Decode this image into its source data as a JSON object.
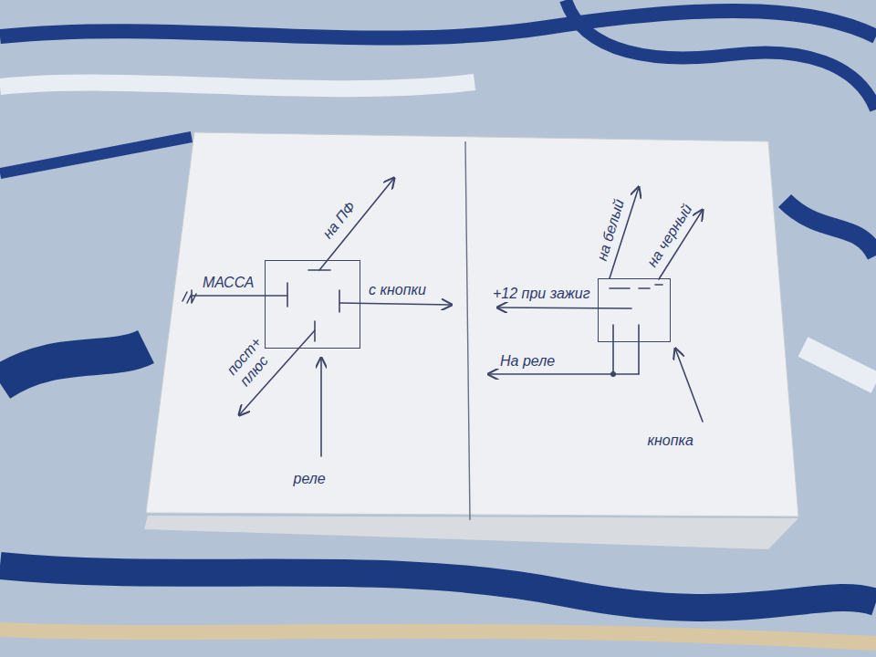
{
  "diagram": {
    "nodes": [
      {
        "text": [
          "реле"
        ]
      },
      {
        "text": [
          "кнопка"
        ]
      }
    ],
    "labels": [
      "на ПФ",
      "МАССА",
      "с кнопки",
      "пост+ плюс",
      "+12 при зажиг",
      "на белый",
      "на черный",
      "На реле"
    ]
  }
}
